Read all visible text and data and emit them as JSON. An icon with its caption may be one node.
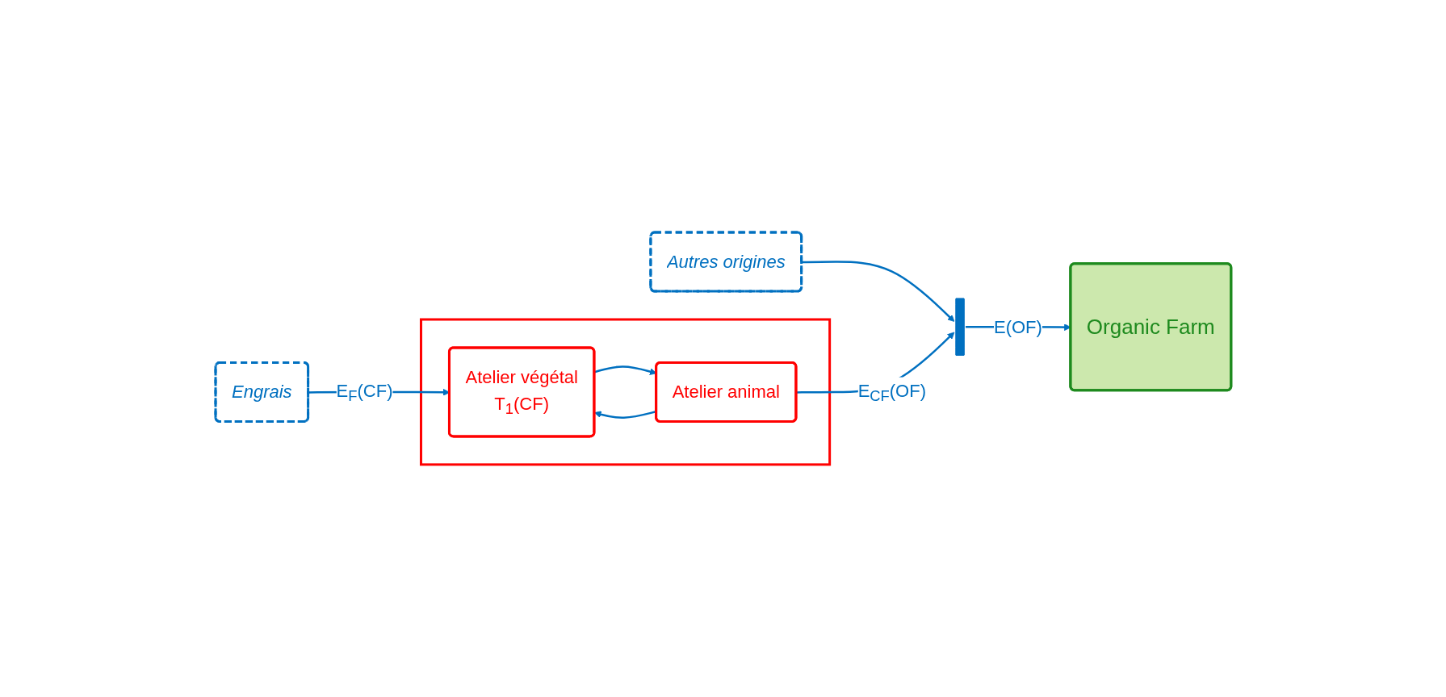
{
  "diagram": {
    "nodes": [
      {
        "text": [
          "Engrais"
        ]
      },
      {
        "text": [],
        "shape": "box"
      },
      {
        "text": [
          "Atelier végétal",
          "T$_{1}$(CF)"
        ],
        "in": 1
      },
      {
        "text": [
          "Atelier animal"
        ],
        "in": 1
      },
      {
        "text": [
          "Autres origines"
        ]
      },
      {
        "text": [],
        "shape": "bar"
      },
      {
        "text": [
          "Organic Farm"
        ]
      }
    ],
    "edges": [
      {
        "from": 0,
        "to": 2,
        "arrow": "to",
        "label": "E$_{F}$(CF)"
      },
      {
        "from": 2,
        "to": 3,
        "arrow": "to"
      },
      {
        "from": 3,
        "to": 2,
        "arrow": "to"
      },
      {
        "from": 4,
        "to": 5,
        "arrow": "to"
      },
      {
        "from": 3,
        "to": 5,
        "arrow": "to",
        "label": "E$_{CF}$(OF)"
      },
      {
        "from": 5,
        "to": 6,
        "arrow": "to",
        "label": "E(OF)"
      }
    ]
  }
}
